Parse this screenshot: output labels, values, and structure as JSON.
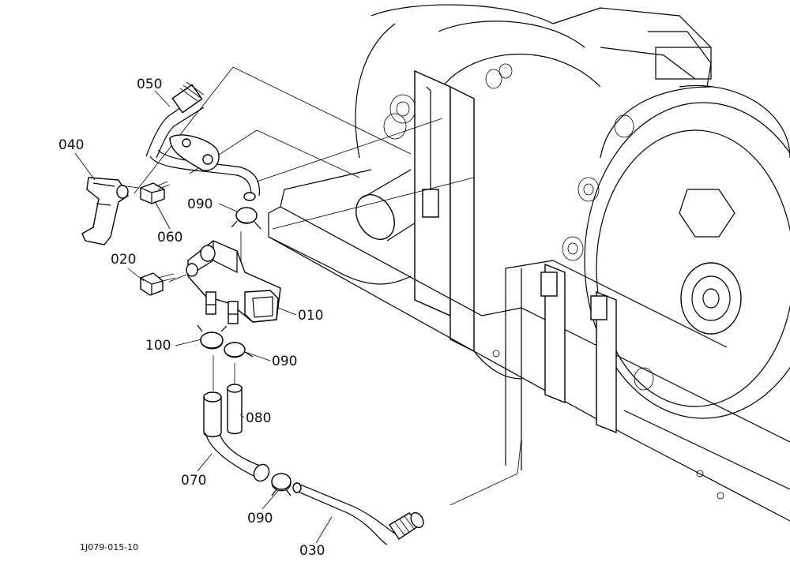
{
  "figure_ref": "1J079-015-10",
  "callouts": {
    "c010": "010",
    "c020": "020",
    "c030": "030",
    "c040": "040",
    "c050": "050",
    "c060": "060",
    "c070": "070",
    "c080": "080",
    "c090a": "090",
    "c090b": "090",
    "c090c": "090",
    "c100": "100"
  }
}
